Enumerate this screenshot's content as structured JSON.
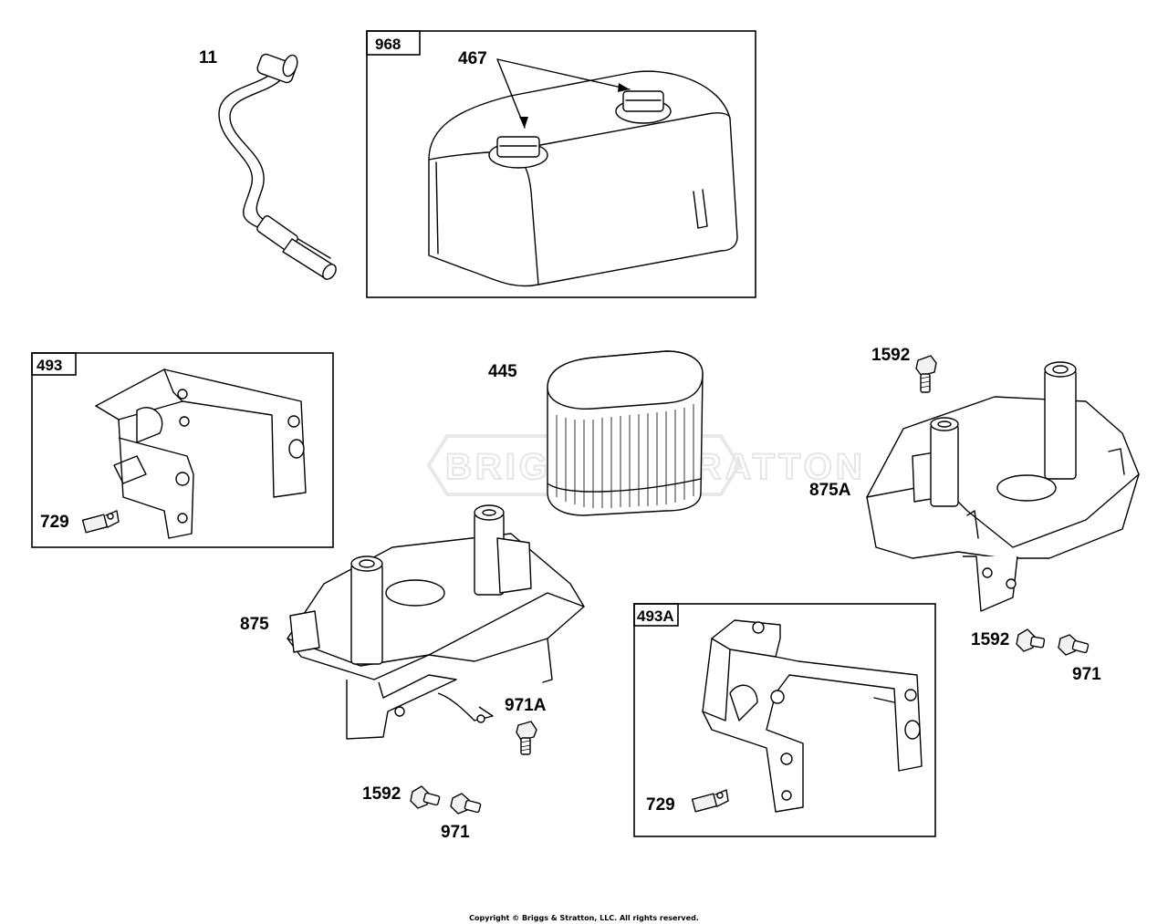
{
  "parts": {
    "p11": "11",
    "p968": "968",
    "p467": "467",
    "p493": "493",
    "p729_a": "729",
    "p445": "445",
    "p1592_a": "1592",
    "p875A": "875A",
    "p875": "875",
    "p971A": "971A",
    "p1592_b": "1592",
    "p971_a": "971",
    "p1592_c": "1592",
    "p971_b": "971",
    "p493A": "493A",
    "p729_b": "729"
  },
  "watermark": "BRIGGS&STRATTON",
  "copyright": "Copyright © Briggs & Stratton, LLC. All rights reserved."
}
